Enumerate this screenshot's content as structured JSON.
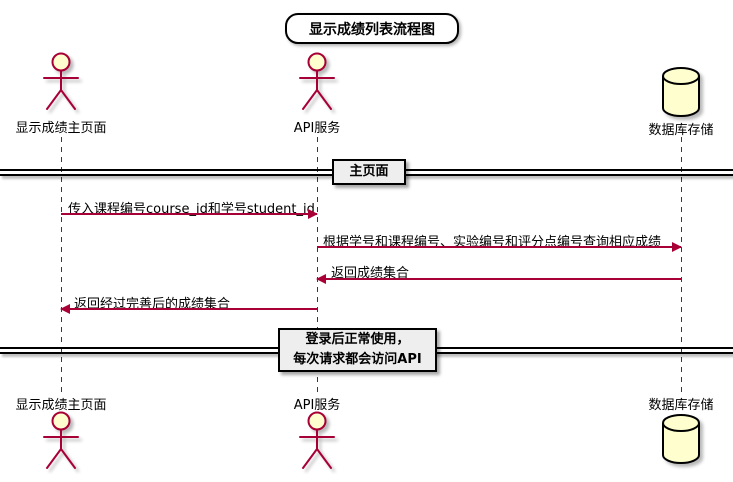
{
  "title": "显示成绩列表流程图",
  "diagram_type": "sequence-diagram",
  "participants": [
    {
      "id": "main-page",
      "type": "actor",
      "name": "显示成绩主页面"
    },
    {
      "id": "api-service",
      "type": "actor",
      "name": "API服务"
    },
    {
      "id": "database",
      "type": "database",
      "name": "数据库存储"
    }
  ],
  "dividers": [
    {
      "label": "主页面"
    },
    {
      "lines": [
        "登录后正常使用，",
        "每次请求都会访问API"
      ]
    }
  ],
  "messages": [
    {
      "text": "传入课程编号course_id和学号student_id",
      "from": "显示成绩主页面",
      "to": "API服务",
      "direction": "right"
    },
    {
      "text": "根据学号和课程编号、实验编号和评分点编号查询相应成绩",
      "from": "API服务",
      "to": "数据库存储",
      "direction": "right"
    },
    {
      "text": "返回成绩集合",
      "from": "数据库存储",
      "to": "API服务",
      "direction": "left"
    },
    {
      "text": "返回经过完善后的成绩集合",
      "from": "API服务",
      "to": "显示成绩主页面",
      "direction": "left"
    }
  ],
  "colors": {
    "accent": "#A80036",
    "shape_fill": "#FEFECE",
    "divider_fill": "#EEEEEE",
    "text": "#000000",
    "background": "#FFFFFF"
  }
}
